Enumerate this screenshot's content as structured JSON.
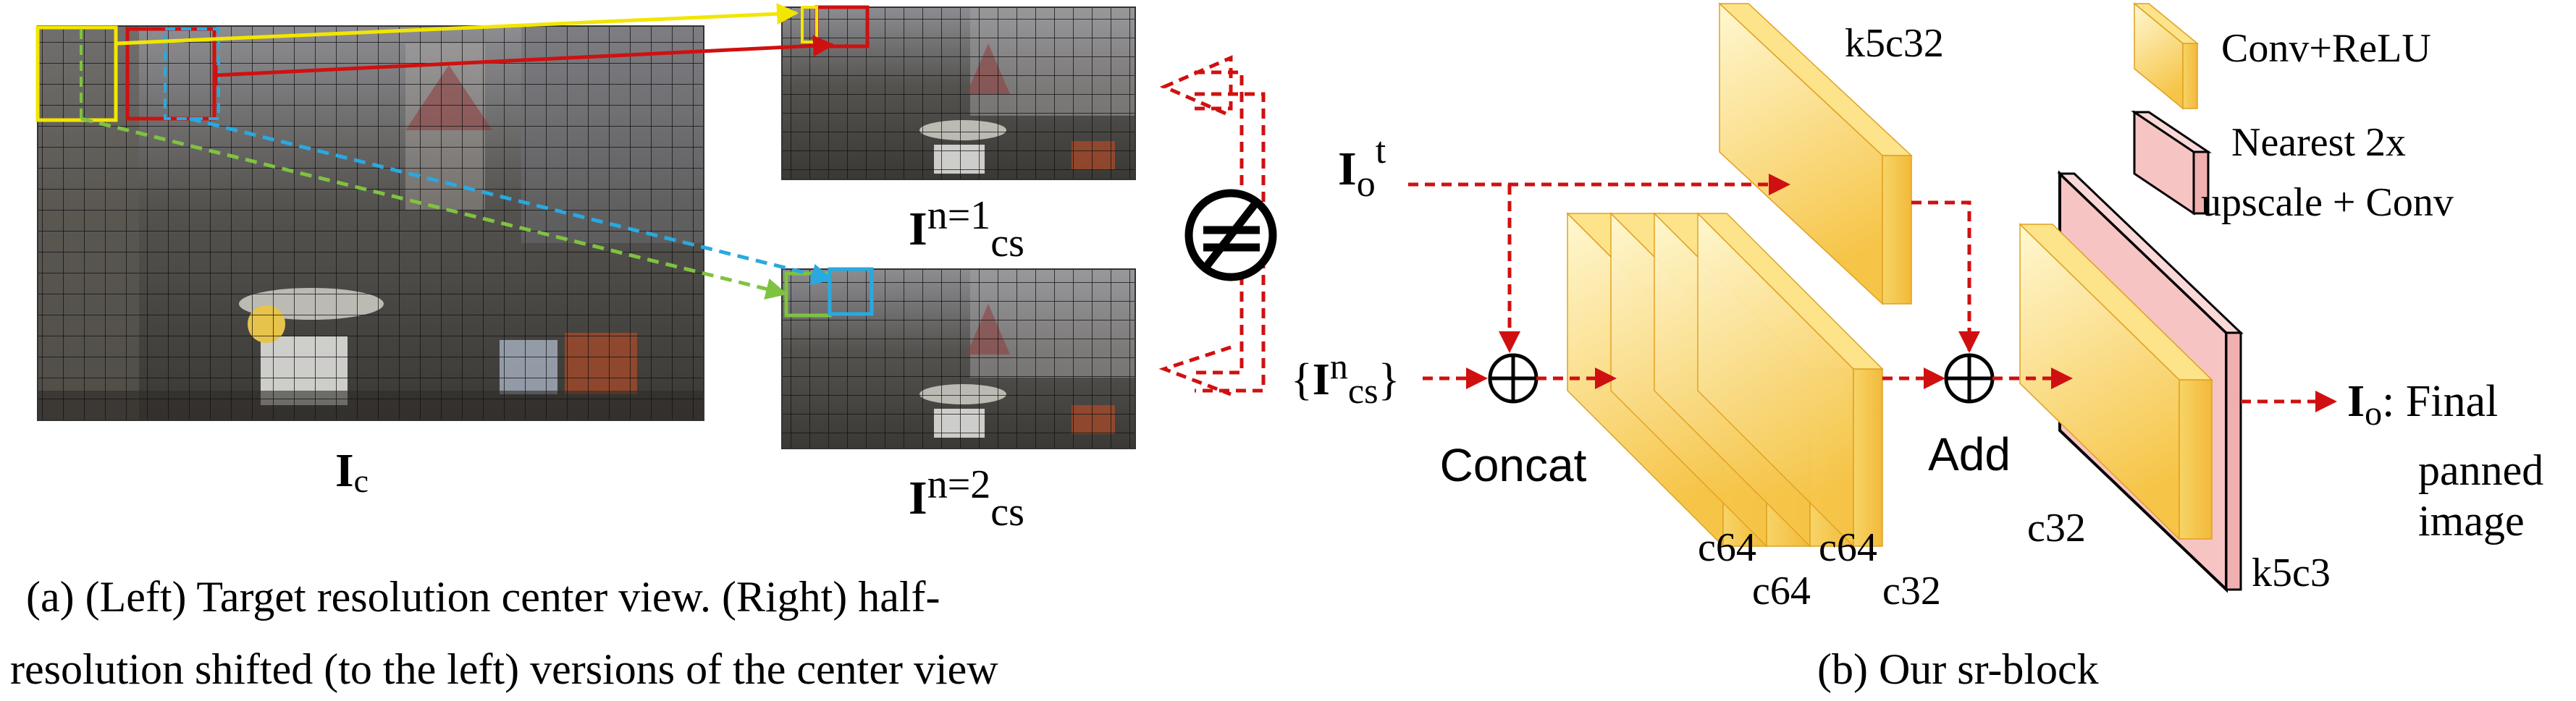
{
  "panel_a": {
    "image_center_label": {
      "main": "I",
      "sub": "c"
    },
    "image_n1_label": {
      "main": "I",
      "sup": "n=1",
      "sub": "cs"
    },
    "image_n2_label": {
      "main": "I",
      "sup": "n=2",
      "sub": "cs"
    },
    "caption_line1": "(a)  (Left) Target resolution center view. (Right) half-",
    "caption_line2": "resolution shifted (to the left) versions of the center view",
    "not_equal_symbol": "≠"
  },
  "panel_b": {
    "input_ot": {
      "main": "I",
      "sub": "o",
      "sup": "t"
    },
    "input_cs": {
      "open": "{",
      "main": "I",
      "sup": "n",
      "sub": "cs",
      "close": "}"
    },
    "concat_label": "Concat",
    "add_label": "Add",
    "top_block_label": "k5c32",
    "conv_labels": [
      "c64",
      "c64",
      "c64",
      "c32"
    ],
    "out_conv_label": "c32",
    "upscale_label": "k5c3",
    "output_main": "I",
    "output_sub": "o",
    "output_text1": ": Final",
    "output_text2": "panned",
    "output_text3": "image",
    "caption": "(b)  Our sr-block"
  },
  "legend": {
    "conv_relu": "Conv+ReLU",
    "upscale_line1": "Nearest 2x",
    "upscale_line2": "upscale + Conv"
  },
  "colors": {
    "block_light": "#fff6c8",
    "block_dark": "#f7c94a",
    "upscale_pink": "#f7c4c4",
    "arrow_red": "#d01010",
    "arrow_yellow": "#f2e600",
    "arrow_green": "#7fc241",
    "arrow_blue": "#29a9e0"
  }
}
